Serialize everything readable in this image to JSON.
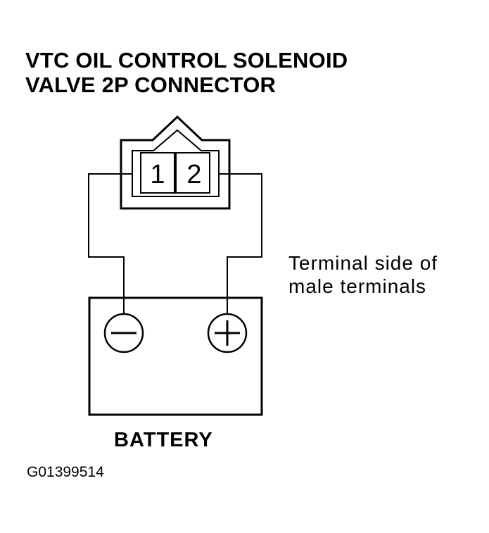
{
  "title": {
    "line1": "VTC OIL CONTROL SOLENOID",
    "line2": "VALVE 2P CONNECTOR"
  },
  "connector": {
    "pins": [
      "1",
      "2"
    ]
  },
  "note": {
    "line1": "Terminal side of",
    "line2": "male terminals"
  },
  "battery": {
    "label": "BATTERY",
    "negative_icon": "minus-icon",
    "positive_icon": "plus-icon"
  },
  "figure_code": "G01399514"
}
